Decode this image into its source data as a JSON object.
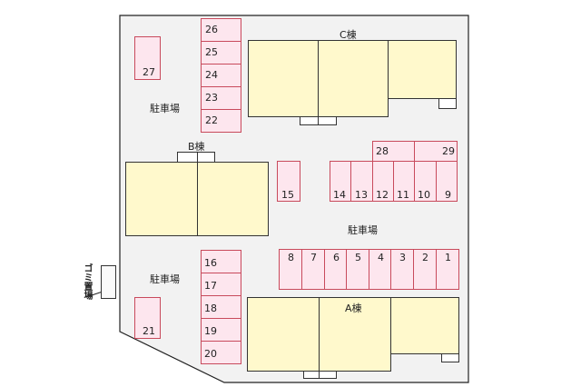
{
  "colors": {
    "site": "#f2f2f2",
    "parking": "#fde6ee",
    "parking_border": "#c84a5c",
    "building": "#fff9cc"
  },
  "labels": {
    "parking": "駐車場",
    "building_a": "A棟",
    "building_b": "B棟",
    "building_c": "C棟",
    "garbage": "ゴミ置場"
  },
  "spaces": {
    "s1": "1",
    "s2": "2",
    "s3": "3",
    "s4": "4",
    "s5": "5",
    "s6": "6",
    "s7": "7",
    "s8": "8",
    "s9": "9",
    "s10": "10",
    "s11": "11",
    "s12": "12",
    "s13": "13",
    "s14": "14",
    "s15": "15",
    "s16": "16",
    "s17": "17",
    "s18": "18",
    "s19": "19",
    "s20": "20",
    "s21": "21",
    "s22": "22",
    "s23": "23",
    "s24": "24",
    "s25": "25",
    "s26": "26",
    "s27": "27",
    "s28": "28",
    "s29": "29"
  }
}
